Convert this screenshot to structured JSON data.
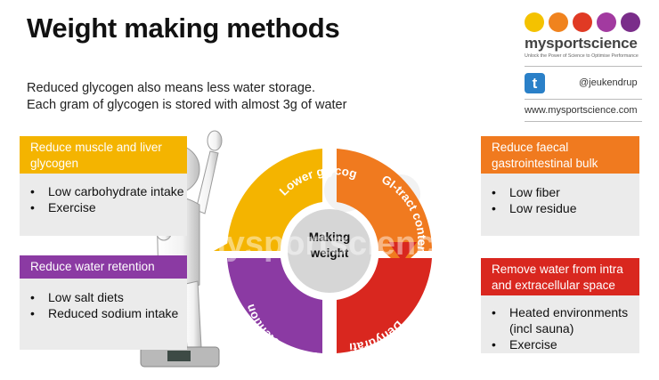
{
  "header": {
    "title": "Weight making methods",
    "intro": "Reduced glycogen also means less water storage. Each gram of glycogen is stored with almost 3g of water"
  },
  "brand": {
    "name": "mysportscience",
    "tagline": "Unlock the Power of Science to Optimise Performance",
    "twitter_icon": "twitter-icon",
    "handle": "@jeukendrup",
    "website": "www.mysportscience.com",
    "dot_colors": [
      "#f4c200",
      "#f0831e",
      "#e03a24",
      "#a23aa0",
      "#7a2d8a"
    ]
  },
  "wheel": {
    "center_line1": "Making",
    "center_line2": "weight",
    "watermark": "mysportscience",
    "segments": [
      {
        "label": "Lower glycogen",
        "color": "#f4b400"
      },
      {
        "label": "GI-tract contents",
        "color": "#f07a1f"
      },
      {
        "label": "Dehydration",
        "color": "#d9271f"
      },
      {
        "label": "Water retention",
        "color": "#8b3aa3"
      }
    ]
  },
  "boxes": {
    "glycogen": {
      "heading": "Reduce muscle and liver glycogen",
      "items": [
        "Low carbohydrate intake",
        "Exercise"
      ]
    },
    "water_retention": {
      "heading": "Reduce water retention",
      "items": [
        "Low salt diets",
        "Reduced sodium intake"
      ]
    },
    "faecal": {
      "heading": "Reduce faecal gastrointestinal bulk",
      "items": [
        "Low fiber",
        "Low residue"
      ]
    },
    "dehydration": {
      "heading": "Remove water from intra and extracellular space",
      "items": [
        "Heated environments (incl sauna)",
        "Exercise"
      ]
    }
  }
}
